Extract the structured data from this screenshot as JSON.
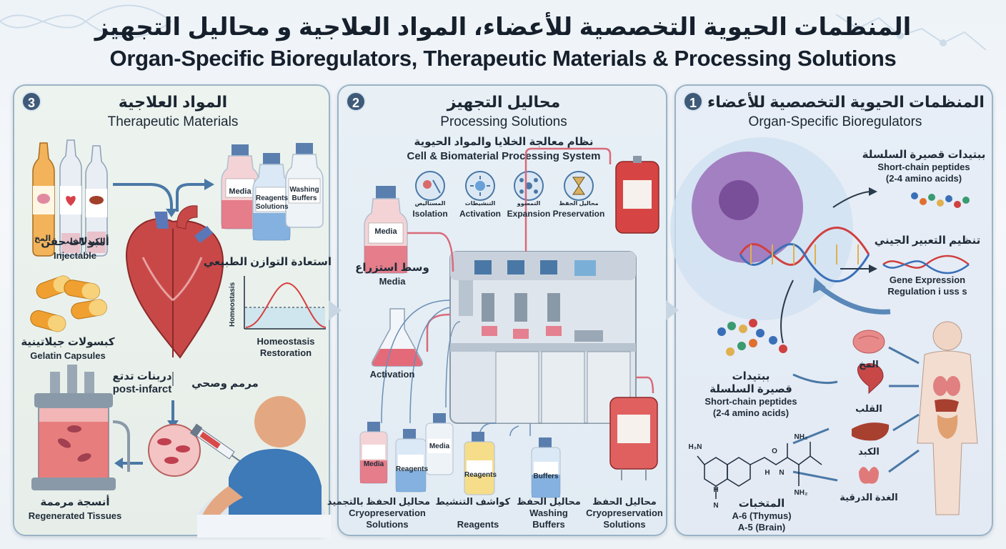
{
  "header": {
    "title_ar": "المنظمات الحيوية التخصصية للأعضاء، المواد العلاجية و محاليل التجهيز",
    "title_en": "Organ-Specific Bioregulators, Therapeutic Materials & Processing Solutions"
  },
  "panel3": {
    "number": "3",
    "title_ar": "المواد العلاجية",
    "title_en": "Therapeutic Materials",
    "ampoule_labels": [
      "المخ",
      "القلب",
      "الكبد"
    ],
    "bottle_labels": [
      "Media",
      "Reagents\nSolutions",
      "Washing\nBuffers"
    ],
    "injectable_ar": "أمبولات حقن",
    "injectable_en": "Injectable",
    "capsules_ar": "كبسولات جيلاتينية",
    "capsules_en": "Gelatin Capsules",
    "homeostasis_ar": "استعادة التوازن الطبيعي",
    "homeostasis_axis": "Homeostasis",
    "homeostasis_en_1": "Homeostasis",
    "homeostasis_en_2": "Restoration",
    "post_infarct_ar": "دربنات تدتع",
    "post_infarct_en": "post-infarct",
    "healthy_ar": "مرمم وصحي",
    "tissues_ar": "أنسجة مرممة",
    "tissues_en": "Regenerated Tissues"
  },
  "panel2": {
    "number": "2",
    "title_ar": "محاليل التجهيز",
    "title_en": "Processing Solutions",
    "system_ar": "نظام معالجة الخلايا والمواد الحيوية",
    "system_en": "Cell & Biomaterial Processing System",
    "steps": [
      {
        "ar": "المستاليص",
        "en": "Isolation"
      },
      {
        "ar": "التنشيطات",
        "en": "Activation"
      },
      {
        "ar": "التمسوو",
        "en": "Expansion"
      },
      {
        "ar": "محاليل الحفظ",
        "en": "Preservation"
      }
    ],
    "media_bottle": "Media",
    "media_ar": "وسط استزراع",
    "media_en": "Media",
    "activation": "Activation",
    "small_bottles": [
      "Media",
      "Reagents",
      "Media",
      "Reagents",
      "Buffers"
    ],
    "bottom_labels": [
      {
        "ar": "محاليل الحفظ بالتجميد",
        "en1": "Cryopreservation",
        "en2": "Solutions"
      },
      {
        "ar": "كواشف التنشيط",
        "en1": "Reagents",
        "en2": ""
      },
      {
        "ar": "محاليل الحفظ",
        "en1": "Washing",
        "en2": "Buffers"
      },
      {
        "ar": "محاليل الحفظ",
        "en1": "Cryopreservation",
        "en2": "Solutions"
      }
    ]
  },
  "panel1": {
    "number": "1",
    "title_ar": "المنظمات الحيوية التخصصية للأعضاء",
    "title_en": "Organ-Specific Bioregulators",
    "peptides_ar": "ببتيدات قصيرة السلسلة",
    "peptides_en_1": "Short-chain peptides",
    "peptides_en_2": "(2-4 amino acids)",
    "gene_ar": "تنظيم التعبير الجيني",
    "gene_en_1": "Gene Expression",
    "gene_en_2": "Regulation i uss s",
    "peptides2_ar_1": "ببتيدات",
    "peptides2_ar_2": "قصيرة السلسلة",
    "peptides2_en_1": "Short-chain peptides",
    "peptides2_en_2": "(2-4 amino acids)",
    "organs": [
      "المخ",
      "القلب",
      "الكبد",
      "الغدة الدرقية"
    ],
    "chem_labels": [
      "H₃N",
      "NH₂",
      "NH₂",
      "N",
      "H",
      "O",
      "H",
      "N"
    ],
    "extracts_ar": "المتخبات",
    "extracts_1": "A-6 (Thymus)",
    "extracts_2": "A-5 (Brain)"
  }
}
